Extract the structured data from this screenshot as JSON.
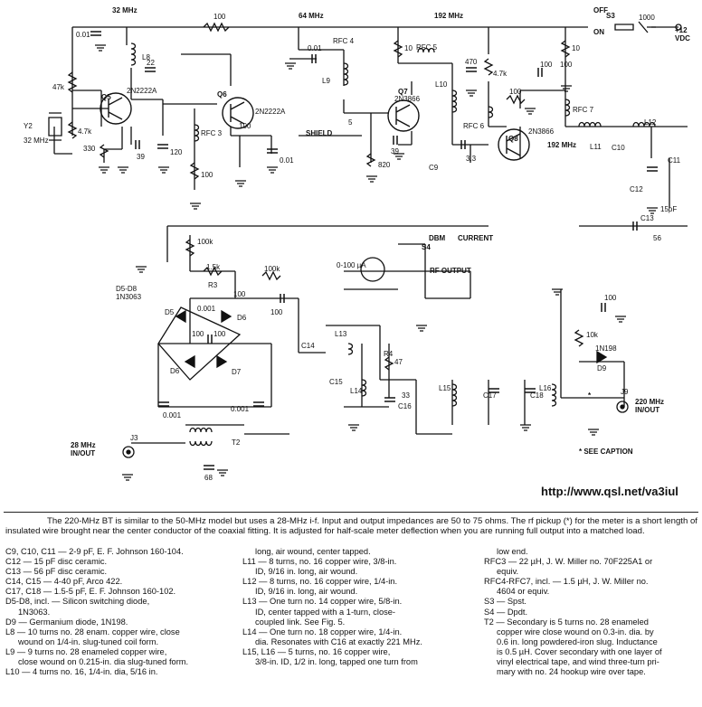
{
  "schematic": {
    "freq_labels": [
      "32 MHz",
      "64 MHz",
      "192 MHz",
      "192 MHz"
    ],
    "resistors": [
      "100",
      "47k",
      "4.7k",
      "330",
      "100",
      "10",
      "4.7k",
      "100",
      "10",
      "100",
      "820",
      "100k",
      "1.5k",
      "100k",
      "10k",
      "47"
    ],
    "capacitors": [
      "0.01",
      "22",
      "39",
      "120",
      "0.01",
      "0.01",
      "470",
      "100",
      "100",
      "39",
      "3.3",
      "C9",
      "C10",
      "C11",
      "C12",
      "15pF",
      "C13",
      "56",
      "100",
      "0.001",
      "100",
      "100",
      "100",
      "0.001",
      "0.001",
      "68",
      "C14",
      "C15",
      "C16",
      "33",
      "100",
      "C17",
      "C18"
    ],
    "inductors": [
      "L8",
      "L9",
      "L10",
      "L11",
      "L12",
      "L13",
      "L14",
      "L15",
      "L16",
      "RFC 3",
      "RFC 4",
      "RFC 5",
      "RFC 6",
      "RFC 7",
      "T2"
    ],
    "transistors": [
      {
        "ref": "Q5",
        "part": "2N2222A"
      },
      {
        "ref": "Q6",
        "part": "2N2222A"
      },
      {
        "ref": "Q7",
        "part": "2N3866"
      },
      {
        "ref": "Q8",
        "part": "2N3866"
      }
    ],
    "crystal": {
      "ref": "Y2",
      "freq": "32 MHz"
    },
    "diodes": [
      "D5",
      "D6",
      "D6",
      "D7",
      "D9"
    ],
    "diode_note": "D5-D8\n1N3063",
    "d9_part": "1N198",
    "meter": "0-100 µA",
    "switch_labels": [
      "OFF",
      "S3",
      "ON",
      "S4",
      "DBM",
      "CURRENT",
      "RF OUTPUT"
    ],
    "supply": {
      "fuse": "1000",
      "voltage": "+12\nVDC"
    },
    "misc_labels": [
      "SHIELD",
      "5",
      "R3",
      "R4",
      "J3",
      "J9",
      "*"
    ],
    "port_in": "28 MHz\nIN/OUT",
    "port_220": "220 MHz\nIN/OUT",
    "see_caption": "* SEE CAPTION"
  },
  "url": "http://www.qsl.net/va3iul",
  "caption": "The 220-MHz BT is similar to the 50-MHz model but uses a 28-MHz i-f. Input and output impedances are 50 to 75 ohms. The rf pickup (*) for the meter is a short length of insulated wire brought near the center conductor of the coaxial fitting. It is adjusted for half-scale meter deflection when you are running full output into a matched load.",
  "parts_list": {
    "col1": [
      "C9, C10, C11 — 2-9 pF, E. F. Johnson 160-104.",
      "C12 — 15 pF disc ceramic.",
      "C13 — 56 pF disc ceramic.",
      "C14, C15 — 4-40 pF, Arco 422.",
      "C17, C18 — 1.5-5 pF, E. F. Johnson 160-102.",
      "D5-D8, incl. — Silicon switching diode,",
      "  1N3063.",
      "D9 — Germanium diode, 1N198.",
      "L8 — 10 turns no. 28 enam. copper wire, close",
      "  wound on 1/4-in. slug-tuned coil form.",
      "L9 — 9 turns no. 28 enameled copper wire,",
      "  close wound on 0.215-in. dia slug-tuned form.",
      "L10 — 4 turns no. 16, 1/4-in. dia, 5/16 in."
    ],
    "col2": [
      "  long, air wound, center tapped.",
      "L11 — 8 turns, no. 16 copper wire, 3/8-in.",
      "  ID, 9/16 in. long, air wound.",
      "L12 — 8 turns, no. 16 copper wire, 1/4-in.",
      "  ID, 9/16 in. long, air wound.",
      "L13 — One turn no. 14 copper wire, 5/8-in.",
      "  ID, center tapped with a 1-turn, close-",
      "  coupled link. See Fig. 5.",
      "L14 — One turn no. 18 copper wire, 1/4-in.",
      "  dia. Resonates with C16 at exactly 221 MHz.",
      "L15, L16 — 5 turns, no. 16 copper wire,",
      "  3/8-in. ID, 1/2 in. long, tapped one turn from"
    ],
    "col3": [
      "  low end.",
      "RFC3 — 22 µH, J. W. Miller no. 70F225A1 or",
      "  equiv.",
      "RFC4-RFC7, incl. — 1.5 µH, J. W. Miller no.",
      "  4604 or equiv.",
      "S3 — Spst.",
      "S4 — Dpdt.",
      "T2 — Secondary is 5 turns no. 28 enameled",
      "  copper wire close wound on 0.3-in. dia. by",
      "  0.6 in. long powdered-iron slug. Inductance",
      "  is 0.5 µH. Cover secondary with one layer of",
      "  vinyl electrical tape, and wind three-turn pri-",
      "  mary with no. 24 hookup wire over tape."
    ]
  }
}
